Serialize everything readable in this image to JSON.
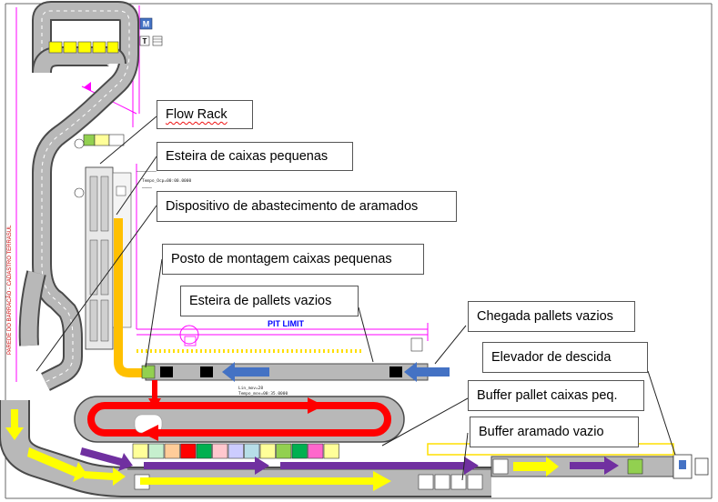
{
  "callouts": {
    "flow_rack": "Flow Rack",
    "esteira_caixas": "Esteira de caixas pequenas",
    "dispositivo": "Dispositivo de abastecimento de aramados",
    "posto_montagem": "Posto de montagem caixas pequenas",
    "esteira_pallets": "Esteira de pallets vazios",
    "chegada_pallets": "Chegada pallets vazios",
    "elevador": "Elevador de descida",
    "buffer_pallet": "Buffer pallet caixas peq.",
    "buffer_aramado": "Buffer aramado vazio"
  },
  "plan": {
    "pit_limit": "PIT LIMIT",
    "wall_label": "PAREDE DO BARRACÃO - CADASTRO TERRASUL",
    "marker_m": "M",
    "marker_t": "T"
  },
  "colors": {
    "track": "#b4b4b4",
    "track_edge": "#4a4a4a",
    "yellow_arrow": "#ffff00",
    "purple_arrow": "#7030a0",
    "red_loop": "#ff0000",
    "blue_arrow": "#4472c4",
    "orange_chute": "#ffc000",
    "magenta_line": "#ff00ff"
  },
  "buffer_swatches": [
    "#ffff99",
    "#c6efce",
    "#ffcc99",
    "#ff0000",
    "#00b050",
    "#ffc7ce",
    "#ccccff",
    "#b7dee8",
    "#ffff99",
    "#92d050",
    "#00b050",
    "#ff66cc",
    "#ffff99"
  ]
}
